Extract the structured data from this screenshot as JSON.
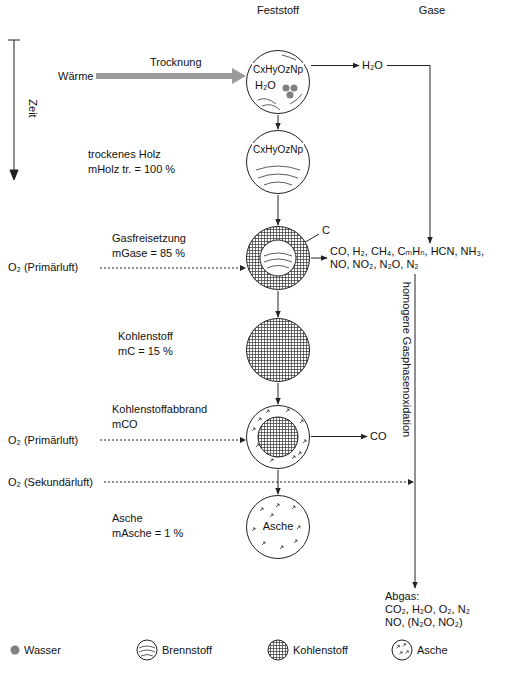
{
  "diagram": {
    "nodes": [
      {
        "text": [
          "CxHyOzNp",
          "H₂O"
        ]
      },
      {
        "text": [
          "trockenes Holz",
          "mHolz tr. = 100 %",
          "CxHyOzNp"
        ]
      },
      {
        "text": [
          "Gasfreisetzung",
          "mGase = 85 %"
        ]
      },
      {
        "text": [
          "Kohlenstoff",
          "mC = 15 %"
        ]
      },
      {
        "text": [
          "Kohlenstoffabbrand",
          "mCO"
        ]
      },
      {
        "text": [
          "Asche",
          "mAsche = 1 %",
          "Asche"
        ]
      },
      {
        "text": [
          "H₂O"
        ]
      },
      {
        "text": [
          "CO, H₂, CH₄, CₘHₙ, HCN, NH₃, NO, NO₂, N₂O, N₂"
        ]
      },
      {
        "text": [
          "CO"
        ]
      },
      {
        "text": [
          "Abgas:",
          "CO₂, H₂O, O₂, N₂ NO, (N₂O, NO₂)"
        ]
      }
    ],
    "edges": [
      {
        "from": 0,
        "to": 1,
        "arrow": "to"
      },
      {
        "from": 1,
        "to": 2,
        "arrow": "to"
      },
      {
        "from": 2,
        "to": 3,
        "arrow": "to"
      },
      {
        "from": 3,
        "to": 4,
        "arrow": "to"
      },
      {
        "from": 4,
        "to": 5,
        "arrow": "to"
      },
      {
        "from": 0,
        "to": 6,
        "arrow": "to"
      },
      {
        "from": 6,
        "to": 7,
        "arrow": "to"
      },
      {
        "from": 2,
        "to": 7,
        "arrow": "to"
      },
      {
        "from": 4,
        "to": 8,
        "arrow": "to"
      },
      {
        "from": 7,
        "to": 9,
        "label": "homogene Gasphasenoxidation",
        "arrow": "to"
      }
    ],
    "labels": [
      "Feststoff",
      "Gase",
      "Zeit",
      "Wärme",
      "Trocknung",
      "C",
      "O₂ (Primärluft)",
      "O₂ (Primärluft)",
      "O₂ (Sekundärluft)"
    ],
    "legend": [
      {
        "text": "Wasser",
        "color": "#808080"
      },
      {
        "text": "Brennstoff"
      },
      {
        "text": "Kohlenstoff"
      },
      {
        "text": "Asche"
      }
    ]
  }
}
